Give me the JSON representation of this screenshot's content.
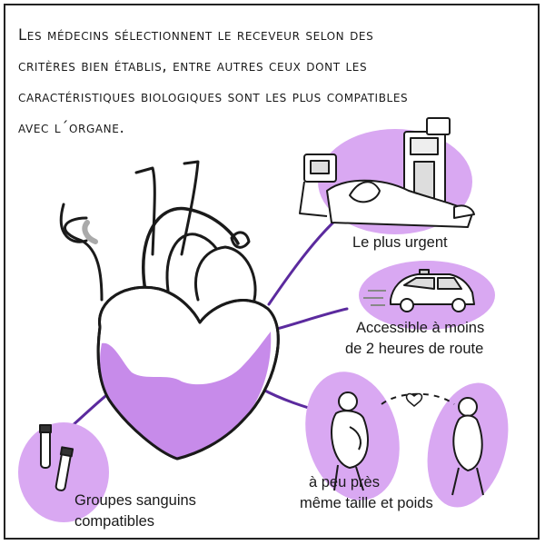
{
  "caption": {
    "lines": [
      "Les médecins sélectionnent le receveur selon des",
      "critères bien établis, entre autres ceux dont les",
      "caractéristiques biologiques sont les plus compatibles",
      "avec l´organe."
    ]
  },
  "criteria": {
    "urgent": "Le plus urgent",
    "distance": [
      "Accessible à moins",
      "de 2 heures de route"
    ],
    "size": [
      "à peu près",
      "même taille et poids"
    ],
    "blood": [
      "Groupes sanguins",
      "compatibles"
    ]
  },
  "colors": {
    "accent": "#c78bea",
    "line": "#5b2a9e",
    "ink": "#1a1a1a"
  }
}
